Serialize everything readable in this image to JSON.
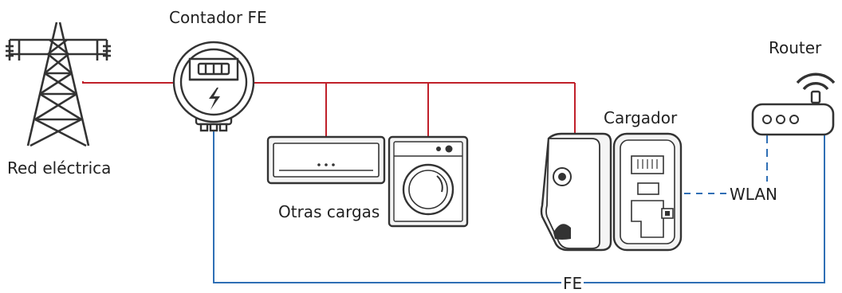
{
  "labels": {
    "grid": "Red eléctrica",
    "meter": "Contador FE",
    "other_loads": "Otras cargas",
    "charger": "Cargador",
    "router": "Router",
    "wlan": "WLAN",
    "fe": "FE"
  },
  "colors": {
    "power_line": "#c0202a",
    "comm_line": "#2f6fb5",
    "icon_stroke": "#333333",
    "icon_fill_light": "#f2f2f2"
  },
  "icons": [
    "power-tower-icon",
    "energy-meter-icon",
    "air-conditioner-icon",
    "washing-machine-icon",
    "ev-charger-icon",
    "router-icon"
  ]
}
